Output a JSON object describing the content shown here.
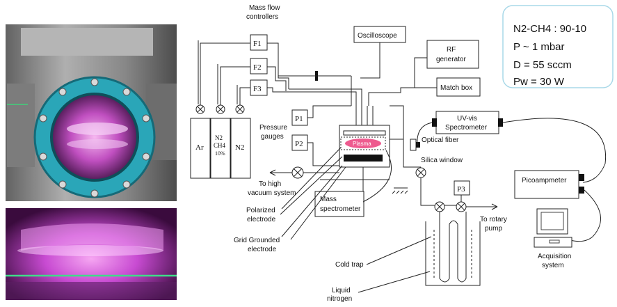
{
  "params": {
    "gas_mix": "N2-CH4 : 90-10",
    "pressure": "P ~ 1 mbar",
    "flow": "D = 55 sccm",
    "power": "Pw = 30 W"
  },
  "labels": {
    "mass_flow_controllers_1": "Mass flow",
    "mass_flow_controllers_2": "controllers",
    "oscilloscope": "Oscilloscope",
    "rf_1": "RF",
    "rf_2": "generator",
    "match_box": "Match box",
    "pressure_gauges_1": "Pressure",
    "pressure_gauges_2": "gauges",
    "uvvis_1": "UV-vis",
    "uvvis_2": "Spectrometer",
    "optical_fiber": "Optical fiber",
    "silica_window": "Silica window",
    "plasma": "Plasma",
    "high_vacuum_1": "To high",
    "high_vacuum_2": "vacuum system",
    "mass_spec_1": "Mass",
    "mass_spec_2": "spectrometer",
    "polarized_1": "Polarized",
    "polarized_2": "electrode",
    "grid_1": "Grid Grounded",
    "grid_2": "electrode",
    "picoampmeter": "Picoampmeter",
    "acquisition_1": "Acquisition",
    "acquisition_2": "system",
    "rotary_1": "To rotary",
    "rotary_2": "pump",
    "cold_trap": "Cold trap",
    "liquid_1": "Liquid",
    "liquid_2": "nitrogen"
  },
  "controllers": [
    "F1",
    "F2",
    "F3"
  ],
  "gauges": [
    "P1",
    "P2",
    "P3"
  ],
  "cylinders": {
    "ar": "Ar",
    "mix_1": "N2",
    "mix_2": "CH4",
    "mix_3": "10%",
    "n2": "N2"
  },
  "colors": {
    "panel_border": "#a8d8e8",
    "plasma": "#ee5b8f",
    "flange": "#2aa6b8",
    "glow": "#d04ad8"
  }
}
